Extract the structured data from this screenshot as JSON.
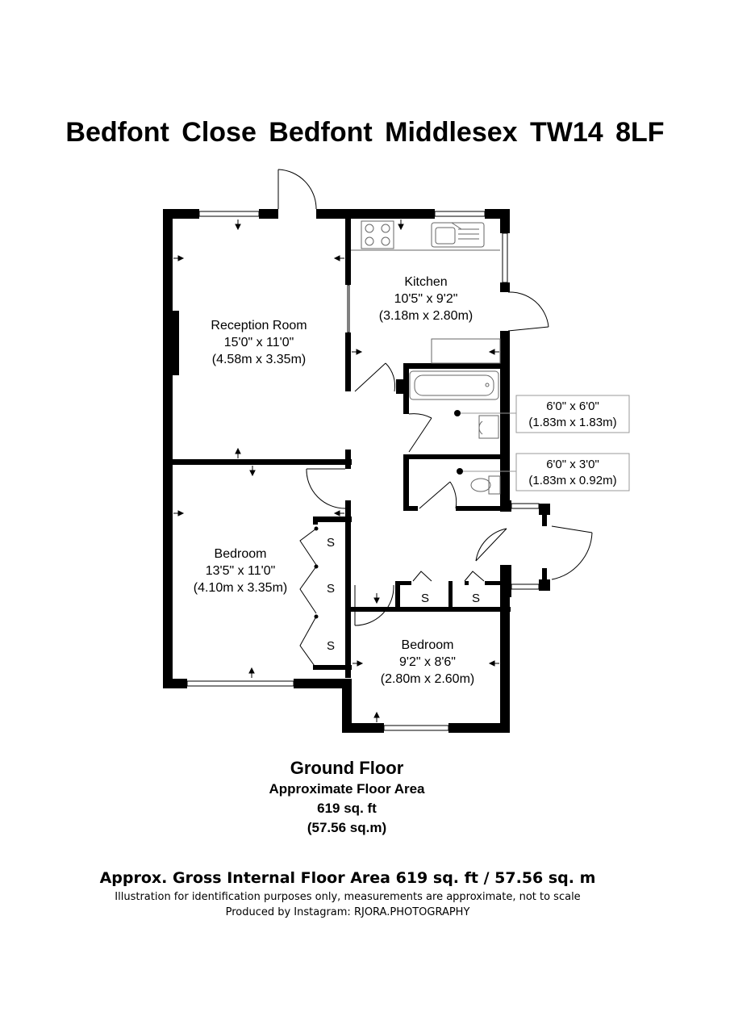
{
  "title": "Bedfont Close  Bedfont  Middlesex  TW14 8LF",
  "rooms": {
    "reception": {
      "name": "Reception Room",
      "imperial": "15'0\" x 11'0\"",
      "metric": "(4.58m x 3.35m)"
    },
    "kitchen": {
      "name": "Kitchen",
      "imperial": "10'5\" x 9'2\"",
      "metric": "(3.18m x 2.80m)"
    },
    "bedroom1": {
      "name": "Bedroom",
      "imperial": "13'5\" x 11'0\"",
      "metric": "(4.10m x 3.35m)"
    },
    "bedroom2": {
      "name": "Bedroom",
      "imperial": "9'2\" x 8'6\"",
      "metric": "(2.80m x 2.60m)"
    },
    "bathroom": {
      "imperial": "6'0\" x 6'0\"",
      "metric": "(1.83m x 1.83m)"
    },
    "wc": {
      "imperial": "6'0\" x 3'0\"",
      "metric": "(1.83m x 0.92m)"
    }
  },
  "storage_label": "S",
  "floor": {
    "name": "Ground Floor",
    "area_label": "Approximate Floor Area",
    "area_sqft": "619 sq. ft",
    "area_sqm": "(57.56 sq.m)"
  },
  "footer": {
    "gross": "Approx. Gross Internal Floor Area 619 sq. ft / 57.56 sq. m",
    "disclaimer": "Illustration for identification purposes only, measurements are approximate, not to scale",
    "credit": "Produced by Instagram: RJORA.PHOTOGRAPHY"
  },
  "colors": {
    "wall": "#000000",
    "fixture": "#666666",
    "background": "#ffffff"
  }
}
